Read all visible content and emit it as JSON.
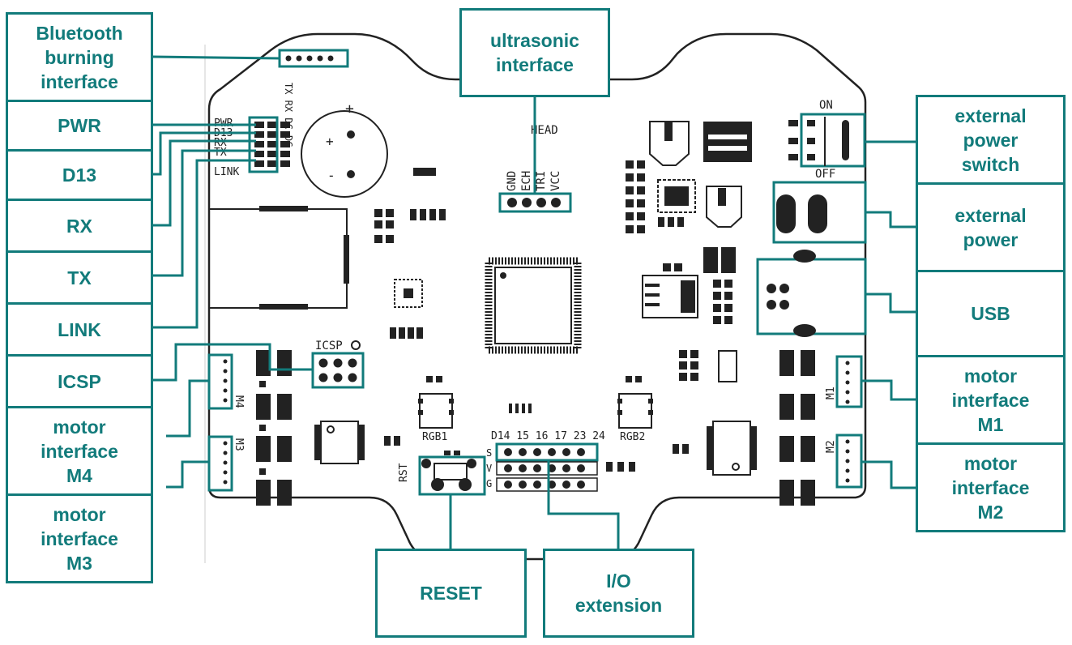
{
  "colors": {
    "accent": "#127b7b",
    "board_outline": "#222222",
    "silkscreen": "#222222"
  },
  "callouts": {
    "bluetooth": "Bluetooth\nburning\ninterface",
    "pwr": "PWR",
    "d13": "D13",
    "rx": "RX",
    "tx": "TX",
    "link": "LINK",
    "icsp": "ICSP",
    "motor_m4": "motor\ninterface\nM4",
    "motor_m3": "motor\ninterface\nM3",
    "ultrasonic": "ultrasonic\ninterface",
    "power_switch": "external\npower\nswitch",
    "external_power": "external\npower",
    "usb": "USB",
    "motor_m1": "motor\ninterface\nM1",
    "motor_m2": "motor\ninterface\nM2",
    "reset": "RESET",
    "io_extension": "I/O\nextension"
  },
  "silkscreen": {
    "on": "ON",
    "off": "OFF",
    "head": "HEAD",
    "gnd": "GND",
    "ech": "ECH",
    "tri": "TRI",
    "vcc": "VCC",
    "pwr": "PWR",
    "d13": "D13",
    "rx": "RX",
    "tx": "TX",
    "link": "LINK",
    "icsp": "ICSP",
    "m1": "M1",
    "m2": "M2",
    "m3": "M3",
    "m4": "M4",
    "rgb1": "RGB1",
    "rgb2": "RGB2",
    "rst": "RST",
    "pins": "D14 15 16 17 23 24",
    "s": "S",
    "v": "V",
    "g": "G",
    "plus": "+",
    "minus": "-",
    "bt_pins": "TX RX DC DC"
  }
}
